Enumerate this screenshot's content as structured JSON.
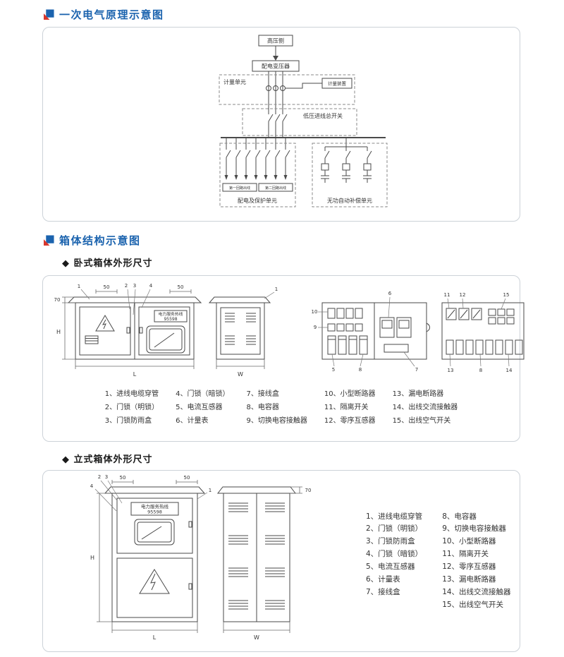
{
  "colors": {
    "accent_blue": "#1b63ae",
    "accent_red": "#d7372c",
    "line": "#4a4a4a"
  },
  "sections": {
    "primary": {
      "title": "一次电气原理示意图"
    },
    "structure": {
      "title": "箱体结构示意图",
      "sub_horizontal": "◆ 卧式箱体外形尺寸",
      "sub_vertical": "◆ 立式箱体外形尺寸"
    }
  },
  "circuit": {
    "hv_side": "高压侧",
    "transformer": "配电变压器",
    "metering_unit": "计量单元",
    "metering_device": "计量装置",
    "lv_main": "低压进线总开关",
    "dist_unit": "配电及保护单元",
    "comp_unit": "无功自动补偿单元",
    "feeder1": "第一回路出线",
    "feeder2": "第二回路出线"
  },
  "cabinet": {
    "hotline_line1": "电力服务热线",
    "hotline_line2": "95598",
    "dims": {
      "w50": "50",
      "w70": "70",
      "H": "H",
      "L": "L",
      "W": "W"
    },
    "callouts": {
      "c1": "1",
      "c2": "2",
      "c3": "3",
      "c4": "4",
      "c5": "5",
      "c6": "6",
      "c7": "7",
      "c8": "8",
      "c9": "9",
      "c10": "10",
      "c11": "11",
      "c12": "12",
      "c13": "13",
      "c14": "14",
      "c15": "15"
    }
  },
  "legend_horizontal": {
    "items": [
      "1、进线电缆穿管",
      "2、门锁（明锁）",
      "3、门锁防雨盒",
      "4、门锁（暗锁）",
      "5、电流互感器",
      "6、计量表",
      "7、接线盒",
      "8、电容器",
      "9、切换电容接触器",
      "10、小型断路器",
      "11、隔离开关",
      "12、零序互感器",
      "13、漏电断路器",
      "14、出线交流接触器",
      "15、出线空气开关"
    ]
  },
  "legend_vertical": {
    "col1": [
      "1、进线电缆穿管",
      "2、门锁（明锁）",
      "3、门锁防雨盒",
      "4、门锁（暗锁）",
      "5、电流互感器",
      "6、计量表",
      "7、接线盒"
    ],
    "col2": [
      "8、电容器",
      "9、切换电容接触器",
      "10、小型断路器",
      "11、隔离开关",
      "12、零序互感器",
      "13、漏电断路器",
      "14、出线交流接触器",
      "15、出线空气开关"
    ]
  }
}
